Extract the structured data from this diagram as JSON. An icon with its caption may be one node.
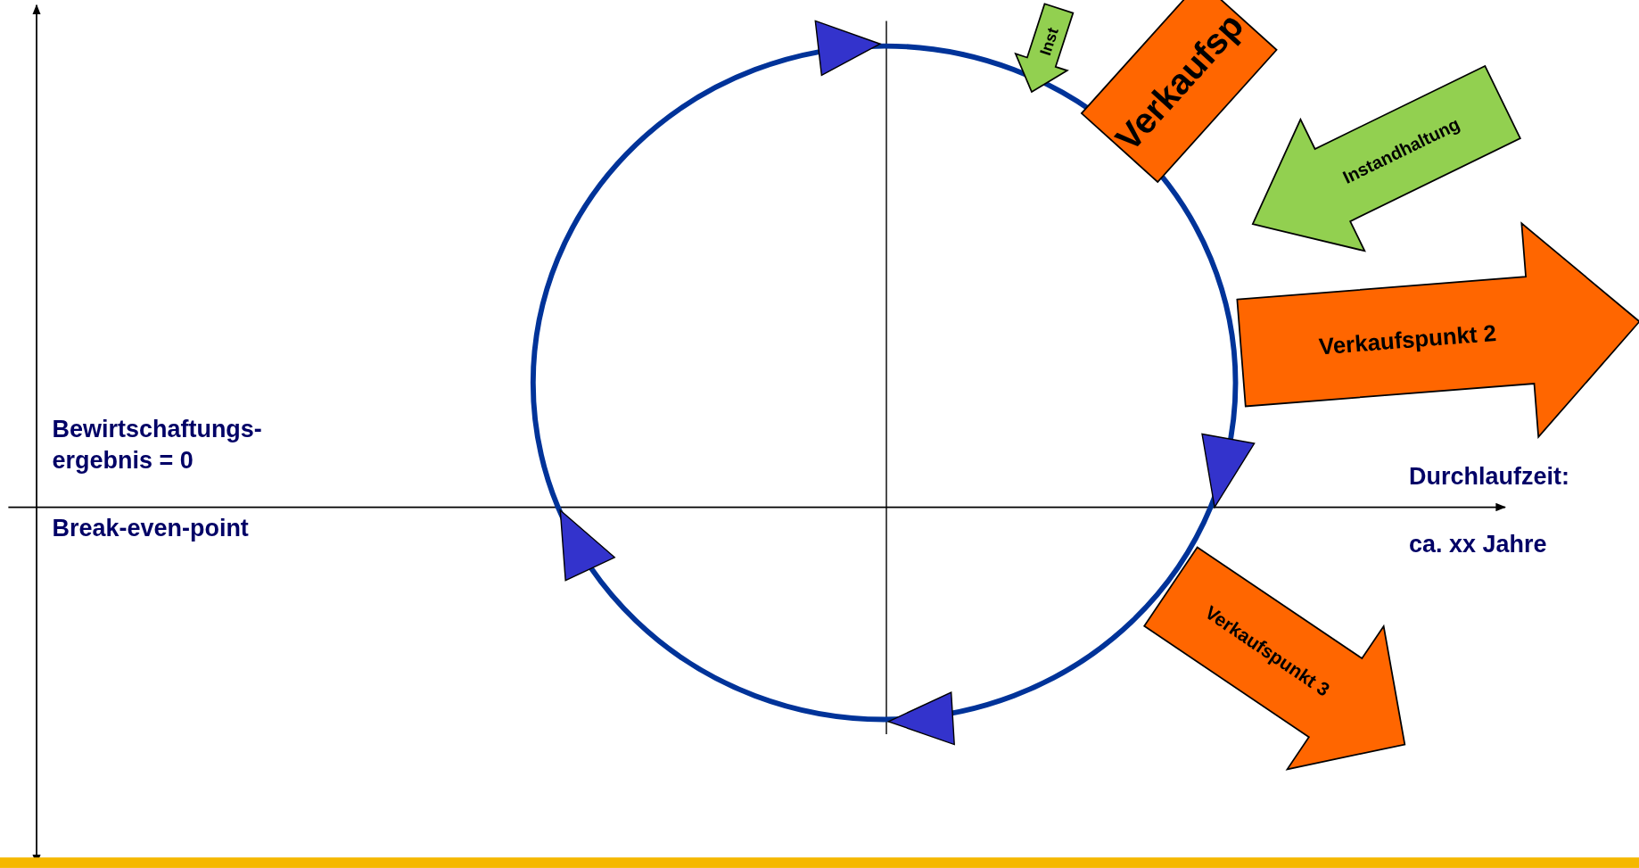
{
  "diagram": {
    "nodes": [
      {
        "text": [
          "Inst"
        ]
      },
      {
        "text": [
          "Verkaufsp"
        ]
      },
      {
        "text": [
          "Instandhaltung"
        ]
      },
      {
        "text": [
          "Verkaufspunkt 2"
        ]
      },
      {
        "text": [
          "Verkaufspunkt 3"
        ]
      }
    ],
    "labels": [
      "Bewirtschaftungs- ergebnis = 0",
      "Break-even-point",
      "Durchlaufzeit:",
      "ca. xx Jahre"
    ]
  }
}
